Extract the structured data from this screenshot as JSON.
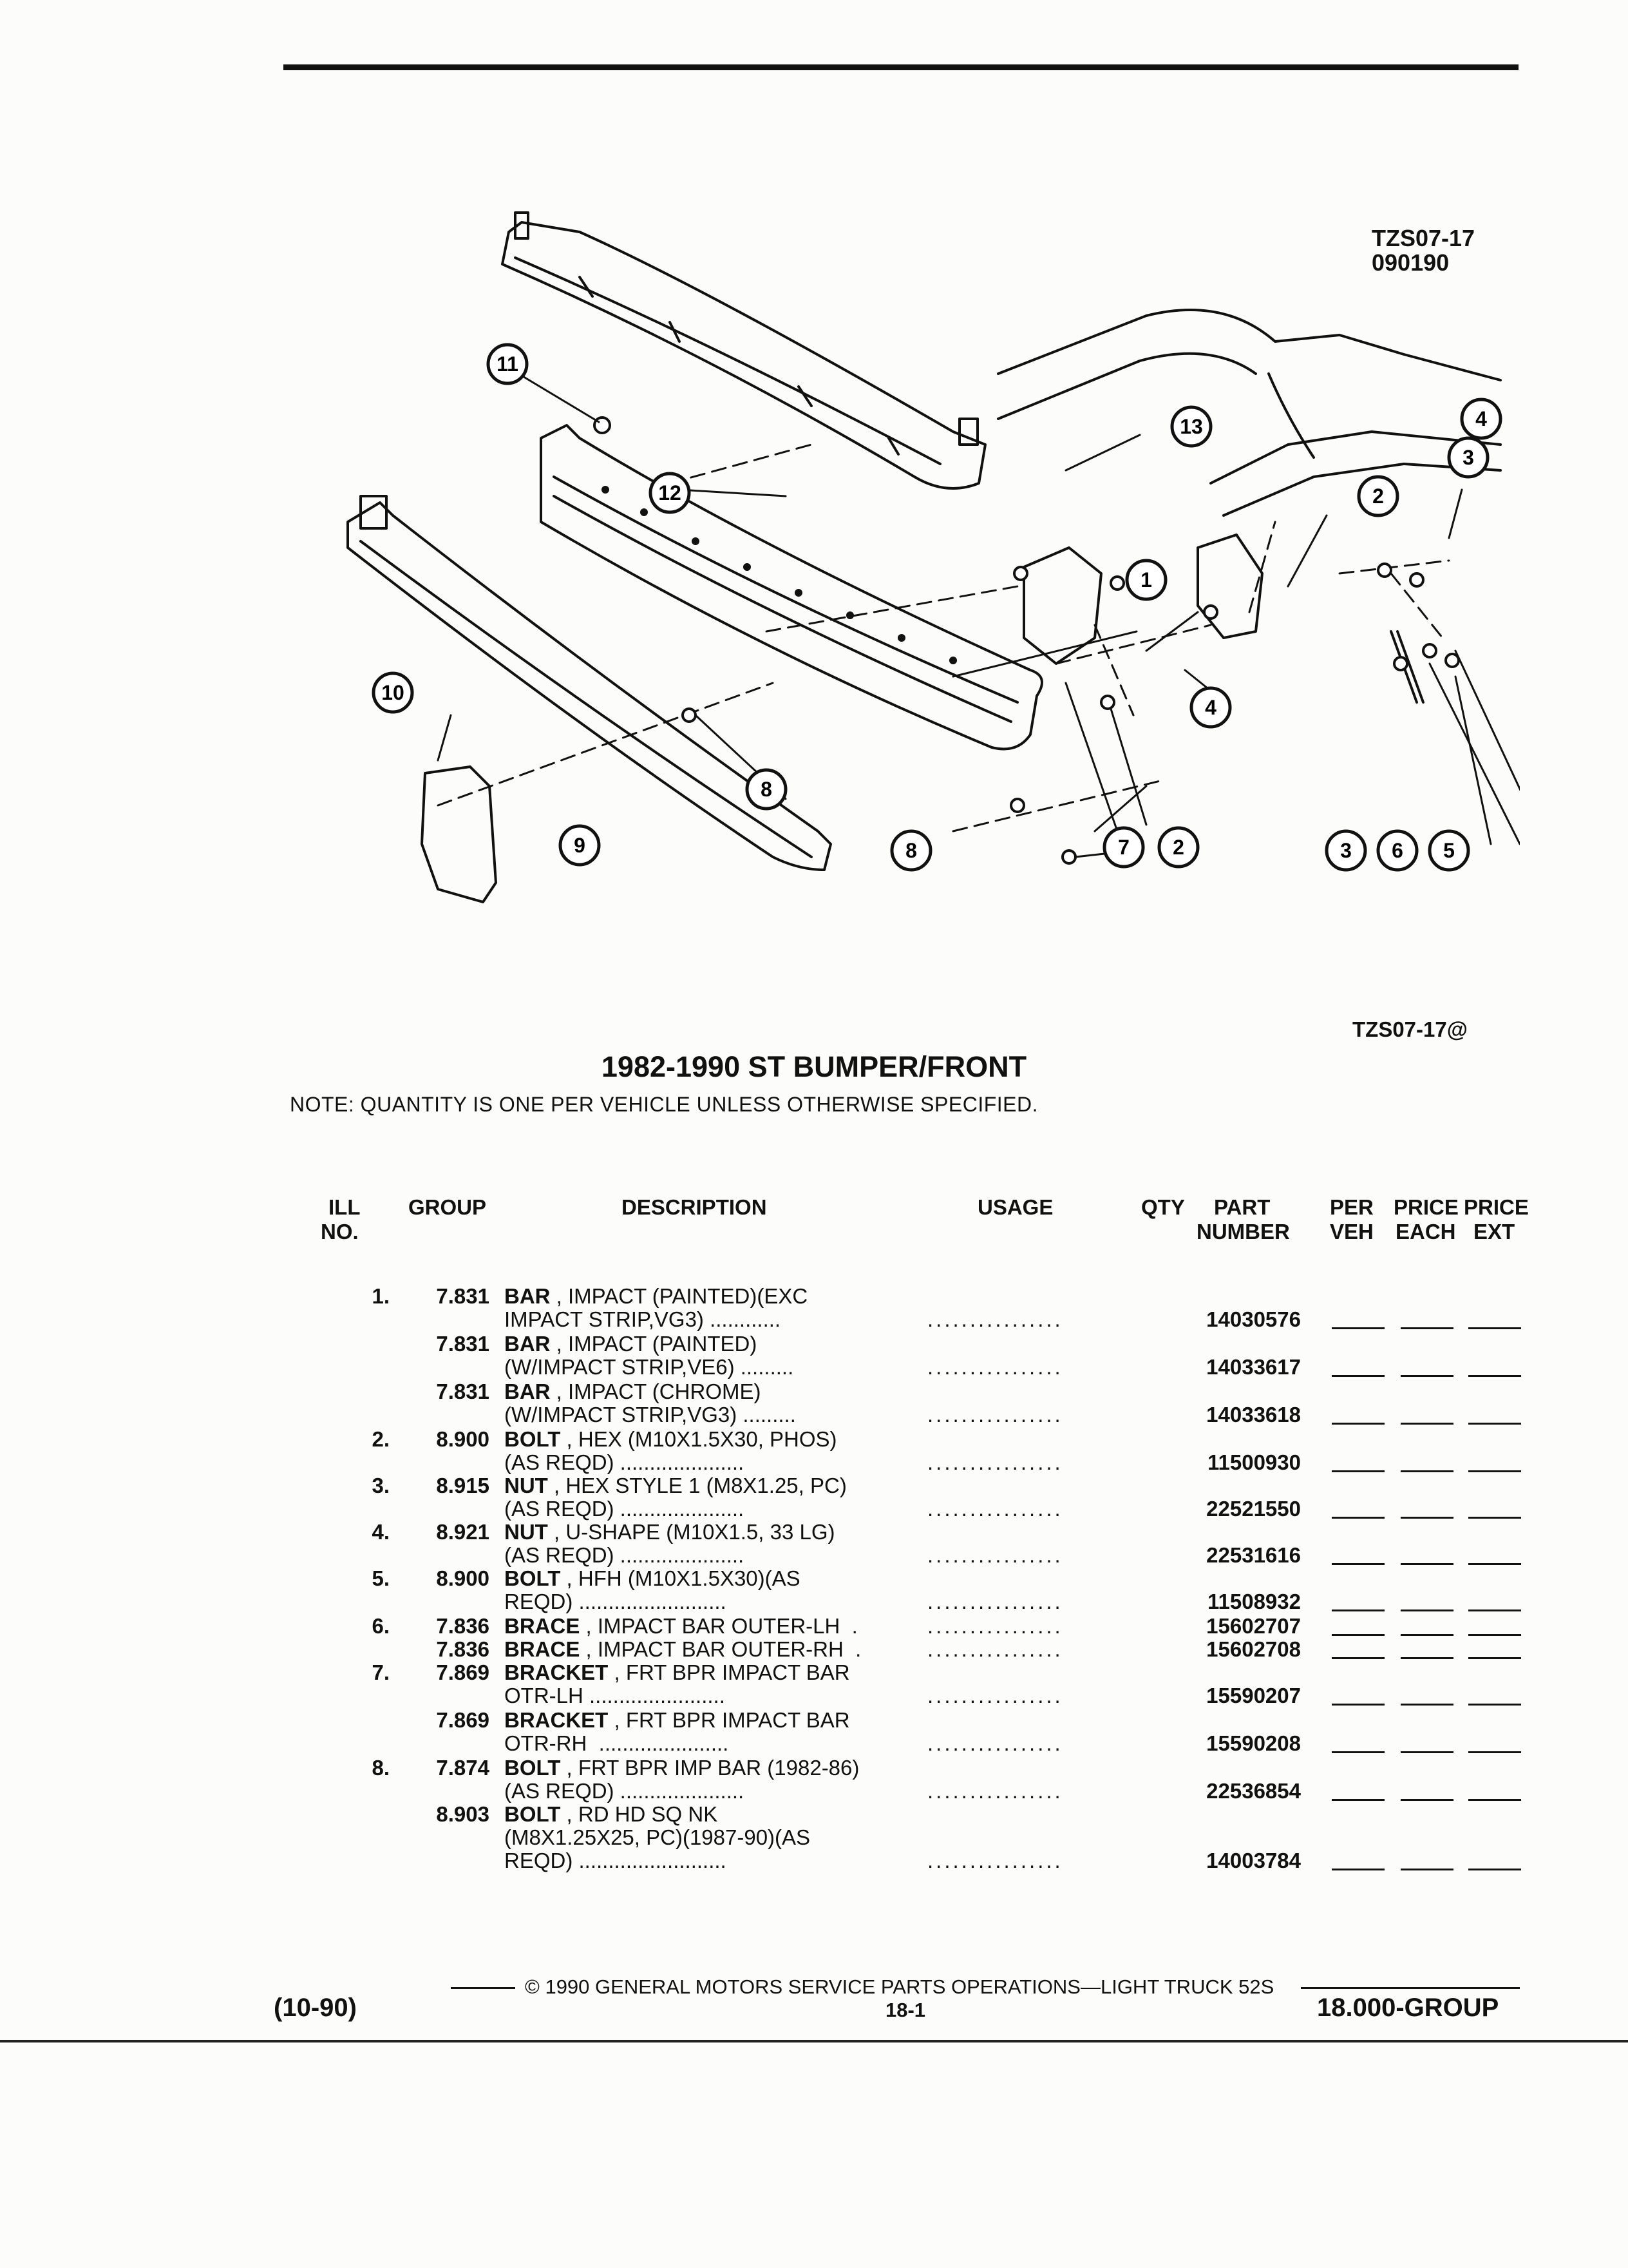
{
  "header": {
    "ref_code": "TZS07-17",
    "ref_date": "090190",
    "ref_code_bottom": "TZS07-17@"
  },
  "diagram": {
    "callouts": [
      "11",
      "13",
      "12",
      "1",
      "2",
      "3",
      "4",
      "4",
      "2",
      "7",
      "10",
      "8",
      "8",
      "9",
      "3",
      "6",
      "5"
    ]
  },
  "title": "1982-1990 ST BUMPER/FRONT",
  "note": "NOTE:  QUANTITY IS ONE PER VEHICLE UNLESS OTHERWISE SPECIFIED.",
  "columns": {
    "ill": "ILL",
    "no": "NO.",
    "group": "GROUP",
    "description": "DESCRIPTION",
    "usage": "USAGE",
    "qty": "QTY",
    "part": "PART",
    "number": "NUMBER",
    "per": "PER",
    "veh": "VEH",
    "price1": "PRICE",
    "each": "EACH",
    "price2": "PRICE",
    "ext": "EXT"
  },
  "rows": [
    {
      "ill": "1.",
      "group": "7.831",
      "name": "BAR",
      "d1": " , IMPACT (PAINTED)(EXC",
      "d2": "IMPACT STRIP,VG3) ............",
      "dots": "................",
      "part": "14030576"
    },
    {
      "ill": "",
      "group": "7.831",
      "name": "BAR",
      "d1": " , IMPACT (PAINTED)",
      "d2": "(W/IMPACT STRIP,VE6) .........",
      "dots": "................",
      "part": "14033617"
    },
    {
      "ill": "",
      "group": "7.831",
      "name": "BAR",
      "d1": " , IMPACT (CHROME)",
      "d2": "(W/IMPACT STRIP,VG3) .........",
      "dots": "................",
      "part": "14033618"
    },
    {
      "ill": "2.",
      "group": "8.900",
      "name": "BOLT",
      "d1": " , HEX (M10X1.5X30, PHOS)",
      "d2": "(AS REQD) .....................",
      "dots": "................",
      "part": "11500930"
    },
    {
      "ill": "3.",
      "group": "8.915",
      "name": "NUT",
      "d1": " , HEX STYLE 1 (M8X1.25, PC)",
      "d2": "(AS REQD) .....................",
      "dots": "................",
      "part": "22521550"
    },
    {
      "ill": "4.",
      "group": "8.921",
      "name": "NUT",
      "d1": " , U-SHAPE (M10X1.5, 33 LG)",
      "d2": "(AS REQD) .....................",
      "dots": "................",
      "part": "22531616"
    },
    {
      "ill": "5.",
      "group": "8.900",
      "name": "BOLT",
      "d1": " , HFH (M10X1.5X30)(AS",
      "d2": "REQD) .........................",
      "dots": "................",
      "part": "11508932"
    },
    {
      "ill": "6.",
      "group": "7.836",
      "name": "BRACE",
      "d1": " , IMPACT BAR OUTER-LH  .",
      "d2": "",
      "dots": "................",
      "part": "15602707"
    },
    {
      "ill": "",
      "group": "7.836",
      "name": "BRACE",
      "d1": " , IMPACT BAR OUTER-RH  .",
      "d2": "",
      "dots": "................",
      "part": "15602708"
    },
    {
      "ill": "7.",
      "group": "7.869",
      "name": "BRACKET",
      "d1": " , FRT BPR IMPACT BAR",
      "d2": "OTR-LH .......................",
      "dots": "................",
      "part": "15590207"
    },
    {
      "ill": "",
      "group": "7.869",
      "name": "BRACKET",
      "d1": " , FRT BPR IMPACT BAR",
      "d2": "OTR-RH  ......................",
      "dots": "................",
      "part": "15590208"
    },
    {
      "ill": "8.",
      "group": "7.874",
      "name": "BOLT",
      "d1": " , FRT BPR IMP BAR (1982-86)",
      "d2": "(AS REQD) .....................",
      "dots": "................",
      "part": "22536854"
    },
    {
      "ill": "",
      "group": "8.903",
      "name": "BOLT",
      "d1": " , RD HD SQ NK",
      "d2": "(M8X1.25X25, PC)(1987-90)(AS",
      "d3": "REQD) .........................",
      "dots": "................",
      "part": "14003784"
    }
  ],
  "footer": {
    "copyright": "©  1990  GENERAL MOTORS SERVICE PARTS OPERATIONS—LIGHT TRUCK 52S",
    "date": "(10-90)",
    "page": "18-1",
    "group": "18.000-GROUP"
  }
}
